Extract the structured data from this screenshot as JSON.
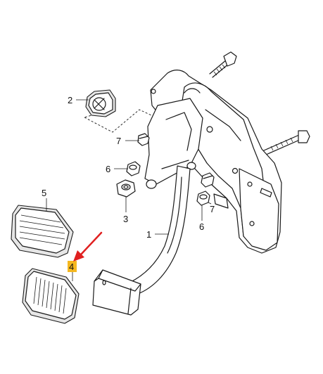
{
  "callouts": [
    {
      "id": "c2",
      "label": "2"
    },
    {
      "id": "c7a",
      "label": "7"
    },
    {
      "id": "c6a",
      "label": "6"
    },
    {
      "id": "c3",
      "label": "3"
    },
    {
      "id": "c5",
      "label": "5"
    },
    {
      "id": "c1",
      "label": "1"
    },
    {
      "id": "c7b",
      "label": "7"
    },
    {
      "id": "c6b",
      "label": "6"
    },
    {
      "id": "c4",
      "label": "4"
    }
  ],
  "colors": {
    "highlight": "#f5b820",
    "arrow": "#e02020",
    "ink": "#1a1a1a"
  },
  "highlighted_part": "4"
}
